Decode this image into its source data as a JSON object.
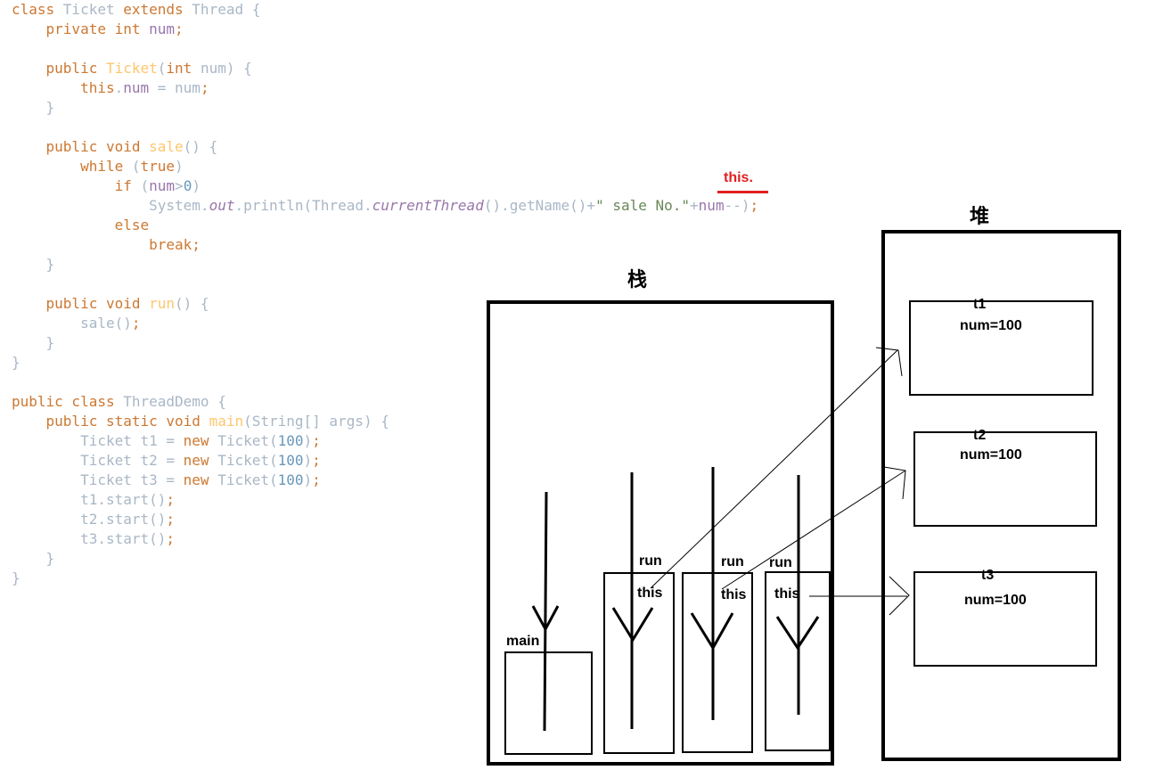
{
  "code_lines": [
    [
      {
        "t": "class ",
        "c": "kw"
      },
      {
        "t": "Ticket ",
        "c": "cls"
      },
      {
        "t": "extends ",
        "c": "kw"
      },
      {
        "t": "Thread ",
        "c": "cls"
      },
      {
        "t": "{",
        "c": "pl"
      }
    ],
    [
      {
        "t": "    private int ",
        "c": "kw"
      },
      {
        "t": "num",
        "c": "fld"
      },
      {
        "t": ";",
        "c": "kw"
      }
    ],
    [],
    [
      {
        "t": "    public ",
        "c": "kw"
      },
      {
        "t": "Ticket",
        "c": "fn"
      },
      {
        "t": "(",
        "c": "pl"
      },
      {
        "t": "int ",
        "c": "kw"
      },
      {
        "t": "num) {",
        "c": "pl"
      }
    ],
    [
      {
        "t": "        this",
        "c": "kw"
      },
      {
        "t": ".",
        "c": "pl"
      },
      {
        "t": "num",
        "c": "fld"
      },
      {
        "t": " = num",
        "c": "pl"
      },
      {
        "t": ";",
        "c": "kw"
      }
    ],
    [
      {
        "t": "    }",
        "c": "pl"
      }
    ],
    [],
    [
      {
        "t": "    public void ",
        "c": "kw"
      },
      {
        "t": "sale",
        "c": "fn"
      },
      {
        "t": "() {",
        "c": "pl"
      }
    ],
    [
      {
        "t": "        while ",
        "c": "kw"
      },
      {
        "t": "(",
        "c": "pl"
      },
      {
        "t": "true",
        "c": "kw"
      },
      {
        "t": ")",
        "c": "pl"
      }
    ],
    [
      {
        "t": "            if ",
        "c": "kw"
      },
      {
        "t": "(",
        "c": "pl"
      },
      {
        "t": "num",
        "c": "fld"
      },
      {
        "t": ">",
        "c": "pl"
      },
      {
        "t": "0",
        "c": "num"
      },
      {
        "t": ")",
        "c": "pl"
      }
    ],
    [
      {
        "t": "                System.",
        "c": "pl"
      },
      {
        "t": "out",
        "c": "it"
      },
      {
        "t": ".println(Thread.",
        "c": "pl"
      },
      {
        "t": "currentThread",
        "c": "it"
      },
      {
        "t": "().getName()+",
        "c": "pl"
      },
      {
        "t": "\" sale No.\"",
        "c": "str"
      },
      {
        "t": "+",
        "c": "pl"
      },
      {
        "t": "num",
        "c": "fld"
      },
      {
        "t": "--)",
        "c": "pl"
      },
      {
        "t": ";",
        "c": "kw"
      }
    ],
    [
      {
        "t": "            else",
        "c": "kw"
      }
    ],
    [
      {
        "t": "                break;",
        "c": "kw"
      }
    ],
    [
      {
        "t": "    }",
        "c": "pl"
      }
    ],
    [],
    [
      {
        "t": "    public void ",
        "c": "kw"
      },
      {
        "t": "run",
        "c": "fn"
      },
      {
        "t": "() {",
        "c": "pl"
      }
    ],
    [
      {
        "t": "        sale()",
        "c": "pl"
      },
      {
        "t": ";",
        "c": "kw"
      }
    ],
    [
      {
        "t": "    }",
        "c": "pl"
      }
    ],
    [
      {
        "t": "}",
        "c": "pl"
      }
    ],
    [],
    [
      {
        "t": "public class ",
        "c": "kw"
      },
      {
        "t": "ThreadDemo ",
        "c": "cls"
      },
      {
        "t": "{",
        "c": "pl"
      }
    ],
    [
      {
        "t": "    public static void ",
        "c": "kw"
      },
      {
        "t": "main",
        "c": "fn"
      },
      {
        "t": "(String[] args) {",
        "c": "pl"
      }
    ],
    [
      {
        "t": "        Ticket t1 = ",
        "c": "pl"
      },
      {
        "t": "new ",
        "c": "kw"
      },
      {
        "t": "Ticket(",
        "c": "pl"
      },
      {
        "t": "100",
        "c": "num"
      },
      {
        "t": ")",
        "c": "pl"
      },
      {
        "t": ";",
        "c": "kw"
      }
    ],
    [
      {
        "t": "        Ticket t2 = ",
        "c": "pl"
      },
      {
        "t": "new ",
        "c": "kw"
      },
      {
        "t": "Ticket(",
        "c": "pl"
      },
      {
        "t": "100",
        "c": "num"
      },
      {
        "t": ")",
        "c": "pl"
      },
      {
        "t": ";",
        "c": "kw"
      }
    ],
    [
      {
        "t": "        Ticket t3 = ",
        "c": "pl"
      },
      {
        "t": "new ",
        "c": "kw"
      },
      {
        "t": "Ticket(",
        "c": "pl"
      },
      {
        "t": "100",
        "c": "num"
      },
      {
        "t": ")",
        "c": "pl"
      },
      {
        "t": ";",
        "c": "kw"
      }
    ],
    [
      {
        "t": "        t1.start()",
        "c": "pl"
      },
      {
        "t": ";",
        "c": "kw"
      }
    ],
    [
      {
        "t": "        t2.start()",
        "c": "pl"
      },
      {
        "t": ";",
        "c": "kw"
      }
    ],
    [
      {
        "t": "        t3.start()",
        "c": "pl"
      },
      {
        "t": ";",
        "c": "kw"
      }
    ],
    [
      {
        "t": "    }",
        "c": "pl"
      }
    ],
    [
      {
        "t": "}",
        "c": "pl"
      }
    ]
  ],
  "annotation": {
    "text": "this.",
    "color": "#e02020"
  },
  "diagram": {
    "stack_title": "栈",
    "heap_title": "堆",
    "frames": {
      "main": "main",
      "run1": "run",
      "run2": "run",
      "run3": "run",
      "this1": "this",
      "this2": "this",
      "this3": "this"
    },
    "objects": [
      {
        "name": "t1",
        "field": "num=100"
      },
      {
        "name": "t2",
        "field": "num=100"
      },
      {
        "name": "t3",
        "field": "num=100"
      }
    ]
  }
}
